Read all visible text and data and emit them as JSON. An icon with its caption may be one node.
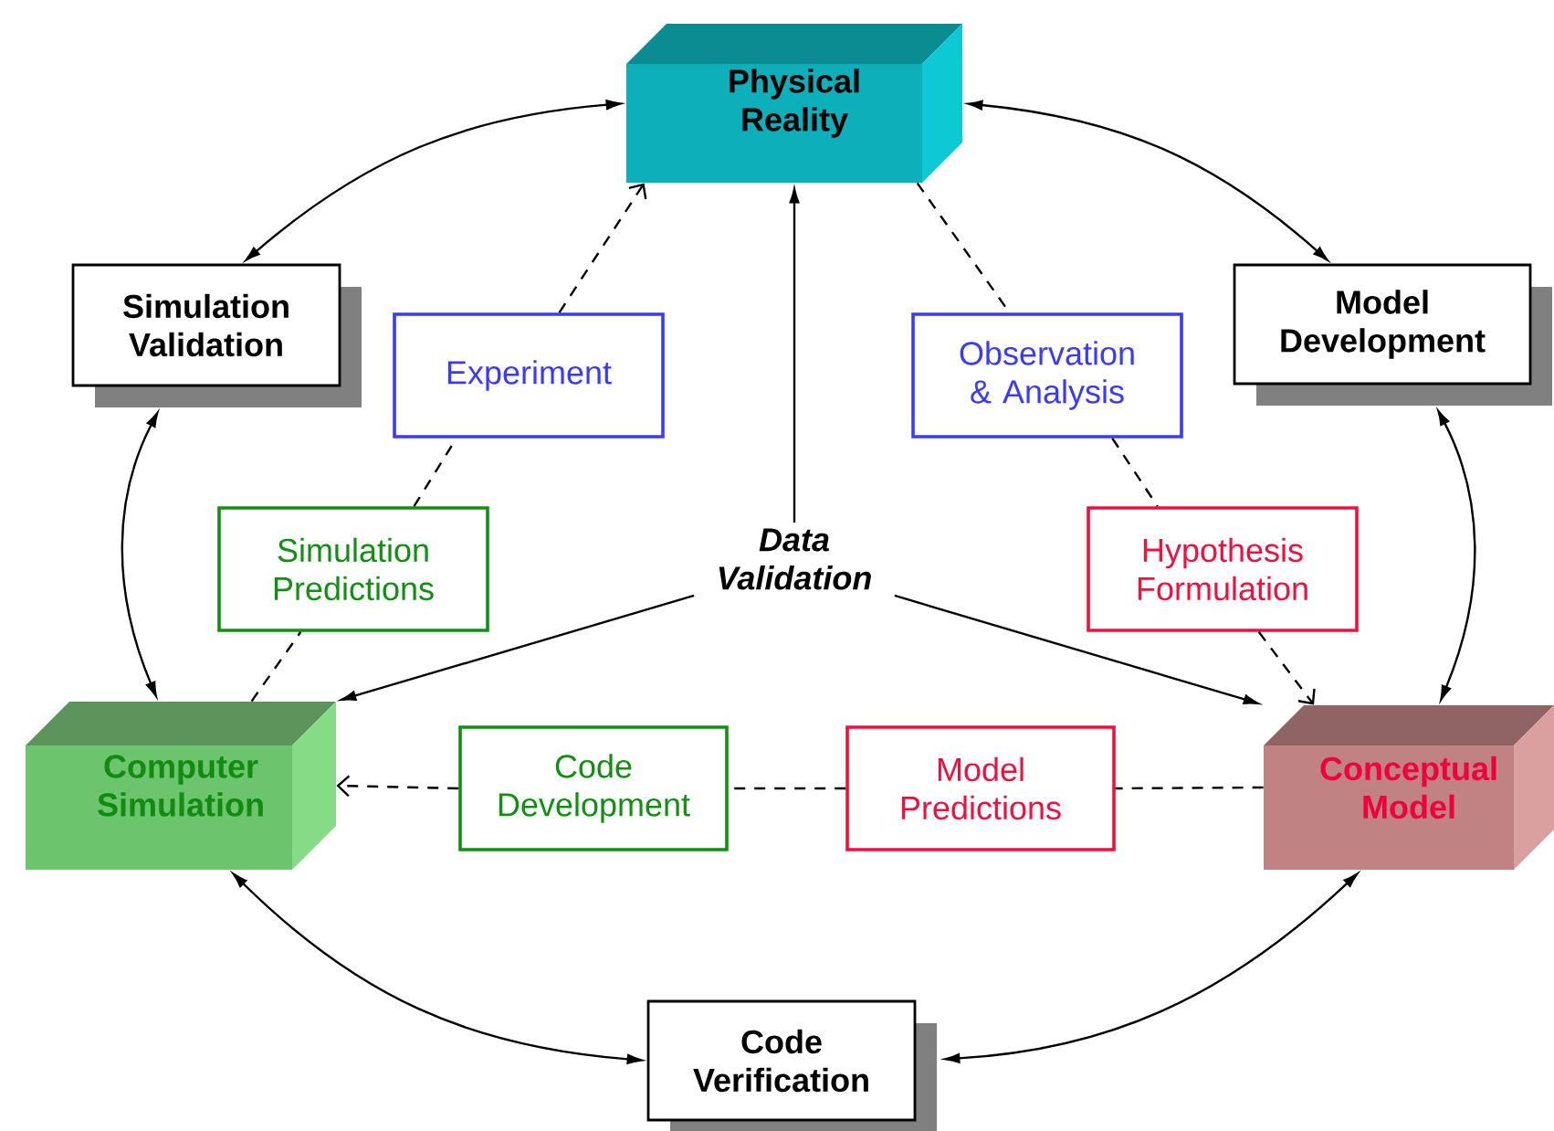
{
  "diagram": {
    "nodes": [
      {
        "text": [
          "Physical Reality"
        ]
      },
      {
        "text": [
          "Simulation Validation"
        ]
      },
      {
        "text": [
          "Model Development"
        ]
      },
      {
        "text": [
          "Experiment"
        ]
      },
      {
        "text": [
          "Observation & Analysis"
        ]
      },
      {
        "text": [
          "Simulation Predictions"
        ]
      },
      {
        "text": [
          "Data Validation"
        ]
      },
      {
        "text": [
          "Hypothesis Formulation"
        ]
      },
      {
        "text": [
          "Computer Simulation"
        ]
      },
      {
        "text": [
          "Code Development"
        ]
      },
      {
        "text": [
          "Model Predictions"
        ]
      },
      {
        "text": [
          "Conceptual Model"
        ]
      },
      {
        "text": [
          "Code Verification"
        ]
      }
    ],
    "edges": [
      {
        "from": 1,
        "to": 0,
        "arrow": "both"
      },
      {
        "from": 0,
        "to": 2,
        "arrow": "both"
      },
      {
        "from": 1,
        "to": 8,
        "arrow": "both"
      },
      {
        "from": 2,
        "to": 11,
        "arrow": "both"
      },
      {
        "from": 8,
        "to": 12,
        "arrow": "both"
      },
      {
        "from": 11,
        "to": 12,
        "arrow": "both"
      },
      {
        "from": 8,
        "to": 5,
        "arrow": "none",
        "style": "dashed"
      },
      {
        "from": 5,
        "to": 3,
        "arrow": "none",
        "style": "dashed"
      },
      {
        "from": 3,
        "to": 0,
        "arrow": "to",
        "style": "dashed"
      },
      {
        "from": 0,
        "to": 4,
        "arrow": "none",
        "style": "dashed"
      },
      {
        "from": 4,
        "to": 7,
        "arrow": "none",
        "style": "dashed"
      },
      {
        "from": 7,
        "to": 11,
        "arrow": "to",
        "style": "dashed"
      },
      {
        "from": 11,
        "to": 10,
        "arrow": "none",
        "style": "dashed"
      },
      {
        "from": 10,
        "to": 9,
        "arrow": "none",
        "style": "dashed"
      },
      {
        "from": 9,
        "to": 8,
        "arrow": "to",
        "style": "dashed"
      },
      {
        "from": 6,
        "to": 0,
        "arrow": "to"
      },
      {
        "from": 6,
        "to": 8,
        "arrow": "to"
      },
      {
        "from": 6,
        "to": 11,
        "arrow": "to"
      }
    ]
  }
}
